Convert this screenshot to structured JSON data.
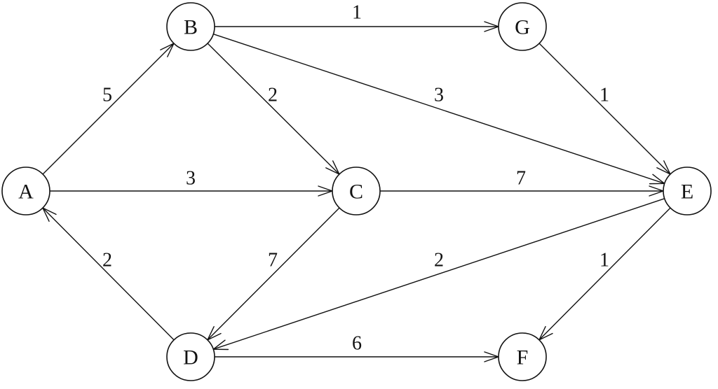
{
  "graph": {
    "directed": true,
    "nodes": [
      {
        "id": "A",
        "label": "A"
      },
      {
        "id": "B",
        "label": "B"
      },
      {
        "id": "G",
        "label": "G"
      },
      {
        "id": "C",
        "label": "C"
      },
      {
        "id": "E",
        "label": "E"
      },
      {
        "id": "D",
        "label": "D"
      },
      {
        "id": "F",
        "label": "F"
      }
    ],
    "edges": [
      {
        "from": "A",
        "to": "B",
        "weight": "5"
      },
      {
        "from": "B",
        "to": "G",
        "weight": "1"
      },
      {
        "from": "B",
        "to": "C",
        "weight": "2"
      },
      {
        "from": "B",
        "to": "E",
        "weight": "3"
      },
      {
        "from": "G",
        "to": "E",
        "weight": "1"
      },
      {
        "from": "A",
        "to": "C",
        "weight": "3"
      },
      {
        "from": "C",
        "to": "E",
        "weight": "7"
      },
      {
        "from": "D",
        "to": "A",
        "weight": "2"
      },
      {
        "from": "C",
        "to": "D",
        "weight": "7"
      },
      {
        "from": "E",
        "to": "D",
        "weight": "2"
      },
      {
        "from": "E",
        "to": "F",
        "weight": "1"
      },
      {
        "from": "D",
        "to": "F",
        "weight": "6"
      }
    ]
  }
}
